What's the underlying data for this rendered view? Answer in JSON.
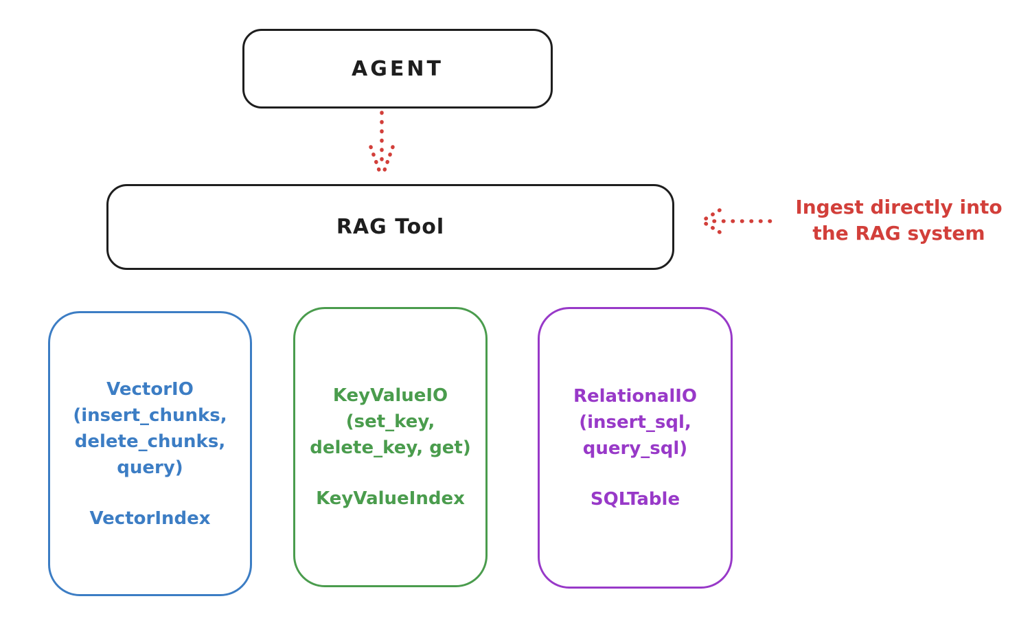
{
  "colors": {
    "background": "#ffffff",
    "ink": "#1e1e1e",
    "red": "#d23f3a",
    "blue": "#3c7dc4",
    "green": "#4a9c4d",
    "purple": "#9839c8"
  },
  "agent_box": {
    "label": "AGENT"
  },
  "rag_tool_box": {
    "label": "RAG Tool"
  },
  "ingest_annotation": {
    "line1": "Ingest directly into",
    "line2": "the RAG system"
  },
  "stores": [
    {
      "name": "vector-store",
      "color": "#3c7dc4",
      "title_lines": [
        "VectorIO",
        "(insert_chunks,",
        "delete_chunks,",
        "query)"
      ],
      "index_label": "VectorIndex"
    },
    {
      "name": "keyvalue-store",
      "color": "#4a9c4d",
      "title_lines": [
        "KeyValueIO",
        "(set_key,",
        "delete_key, get)"
      ],
      "index_label": "KeyValueIndex"
    },
    {
      "name": "relational-store",
      "color": "#9839c8",
      "title_lines": [
        "RelationalIO",
        "(insert_sql,",
        "query_sql)"
      ],
      "index_label": "SQLTable"
    }
  ]
}
